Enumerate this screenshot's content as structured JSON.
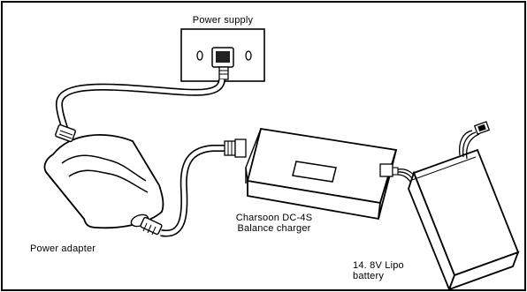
{
  "labels": {
    "power_supply": "Power supply",
    "power_adapter": "Power adapter",
    "charger_line1": "Charsoon DC-4S",
    "charger_line2": "Balance charger",
    "battery_line1": "14. 8V Lipo",
    "battery_line2": "battery"
  },
  "colors": {
    "line": "#000000",
    "fill": "#ffffff",
    "shade": "#5a5a5a"
  }
}
